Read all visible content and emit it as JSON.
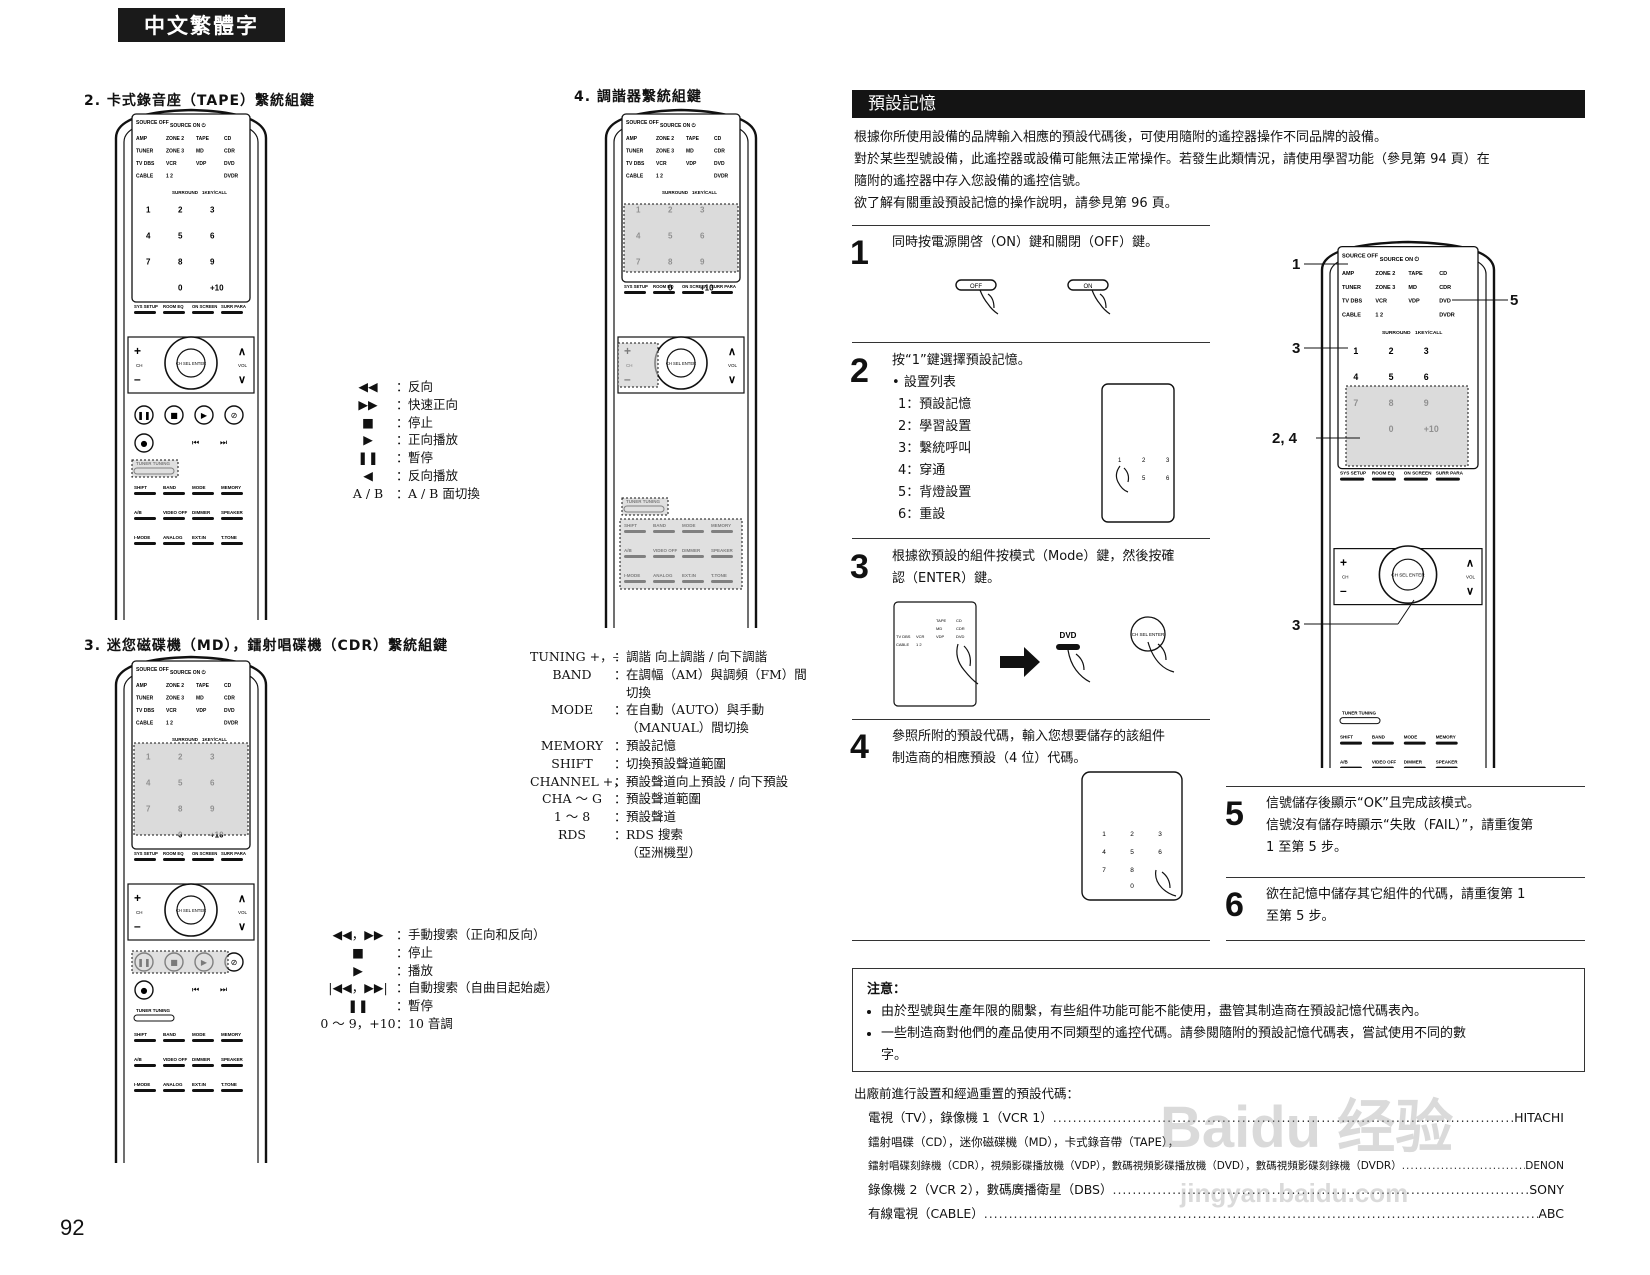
{
  "header": {
    "lang_tab": "中文繁體字"
  },
  "left": {
    "sec2_title": "2. 卡式錄音座（TAPE）繫統組鍵",
    "sec3_title": "3. 迷您磁碟機（MD），鐳射唱碟機（CDR）繫統組鍵",
    "sec4_title": "4. 調諧器繫統組鍵",
    "remote": {
      "source_off": "SOURCE OFF",
      "source_on": "SOURCE ON ⏻",
      "rows": [
        [
          "AMP",
          "ZONE 2",
          "TAPE",
          "CD"
        ],
        [
          "TUNER",
          "ZONE 3",
          "MD",
          "CDR"
        ],
        [
          "TV DBS",
          "VCR",
          "VDP",
          "DVD"
        ],
        [
          "CABLE",
          "1 2",
          "",
          "DVDR"
        ]
      ],
      "surround": "SURROUND",
      "tv_call": "1KEY/CALL",
      "keypad": [
        "1",
        "2",
        "3",
        "4",
        "5",
        "6",
        "7",
        "8",
        "9",
        "",
        "0",
        "+10"
      ],
      "func_row": [
        "SYS SETUP",
        "ROOM EQ",
        "ON SCREEN",
        "SURR PARA"
      ],
      "ch": "CH",
      "vol": "VOL",
      "center": "CH SEL ENTER",
      "tuner_tuning": "TUNER TUNING",
      "bottom_rows": [
        [
          "SHIFT",
          "BAND",
          "MODE",
          "MEMORY"
        ],
        [
          "A/B",
          "VIDEO OFF",
          "DIMMER",
          "SPEAKER"
        ],
        [
          "I-MODE",
          "ANALOG",
          "EXT.IN",
          "T.TONE"
        ]
      ]
    },
    "tape_legend": [
      {
        "key": "◀◀",
        "desc": "反向"
      },
      {
        "key": "▶▶",
        "desc": "快速正向"
      },
      {
        "key": "■",
        "desc": "停止"
      },
      {
        "key": "▶",
        "desc": "正向播放"
      },
      {
        "key": "❚❚",
        "desc": "暫停"
      },
      {
        "key": "◀",
        "desc": "反向播放"
      },
      {
        "key": "A / B",
        "desc": "A / B 面切換"
      }
    ],
    "md_legend": [
      {
        "key": "◀◀，▶▶",
        "desc": "手動搜索（正向和反向）"
      },
      {
        "key": "■",
        "desc": "停止"
      },
      {
        "key": "▶",
        "desc": "播放"
      },
      {
        "key": "|◀◀，▶▶|",
        "desc": "自動搜索（自曲目起始處）"
      },
      {
        "key": "❚❚",
        "desc": "暫停"
      },
      {
        "key": "0 ～ 9，+10",
        "desc": "10 音調"
      }
    ],
    "tuner_legend": [
      {
        "key": "TUNING +，–",
        "desc": "調諧 向上調諧 / 向下調諧"
      },
      {
        "key": "BAND",
        "desc": "在調幅（AM）與調頻（FM）間"
      },
      {
        "key": "",
        "desc": "切換"
      },
      {
        "key": "MODE",
        "desc": "在自動（AUTO）與手動"
      },
      {
        "key": "",
        "desc": "（MANUAL）間切換"
      },
      {
        "key": "MEMORY",
        "desc": "預設記憶"
      },
      {
        "key": "SHIFT",
        "desc": "切換預設聲道範圍"
      },
      {
        "key": "CHANNEL +，–",
        "desc": "預設聲道向上預設 / 向下預設"
      },
      {
        "key": "CHA ～ G",
        "desc": "預設聲道範圍"
      },
      {
        "key": "1 ～ 8",
        "desc": "預設聲道"
      },
      {
        "key": "RDS",
        "desc": "RDS 搜索"
      },
      {
        "key": "",
        "desc": "（亞洲機型）"
      }
    ]
  },
  "right": {
    "title": "預設記憶",
    "intro": [
      "根據你所使用設備的品牌輸入相應的預設代碼後，可使用隨附的遙控器操作不同品牌的設備。",
      "對於某些型號設備，此遙控器或設備可能無法正常操作。若發生此類情況，請使用學習功能（參見第  94  頁）在",
      "隨附的遙控器中存入您設備的遙控信號。",
      "欲了解有關重設預設記憶的操作說明，請參見第 96 頁。"
    ],
    "steps": [
      {
        "num": "1",
        "text": "同時按電源開啓（ON）鍵和關閉（OFF）鍵。"
      },
      {
        "num": "2",
        "text": "按“1”鍵選擇預設記憶。"
      },
      {
        "num": "3",
        "text": "根據欲預設的組件按模式（Mode）鍵，然後按確",
        "text2": "認（ENTER）鍵。"
      },
      {
        "num": "4",
        "text": "參照所附的預設代碼，輸入您想要儲存的該組件",
        "text2": "制造商的相應預設（4 位）代碼。"
      },
      {
        "num": "5",
        "text": "信號儲存後顯示“OK”且完成該模式。",
        "text2": "信號沒有儲存時顯示“失敗（FAIL）”，請重復第",
        "text3": "1 至第 5 步。"
      },
      {
        "num": "6",
        "text": "欲在記憶中儲存其它組件的代碼，請重復第  1",
        "text2": "至第 5 步。"
      }
    ],
    "setup_bullet": "設置列表",
    "setup_list": [
      "1：預設記憶",
      "2：學習設置",
      "3：繫統呼叫",
      "4：穿通",
      "5：背燈設置",
      "6：重設"
    ],
    "btn_off": "OFF",
    "btn_on": "ON",
    "dvd_label": "DVD",
    "ch_sel": "CH SEL ENTER",
    "callouts": {
      "c1": "1",
      "c5": "5",
      "c3a": "3",
      "c24": "2, 4",
      "c3b": "3"
    },
    "note_title": "注意：",
    "notes": [
      "由於型號與生產年限的關繫，有些組件功能可能不能使用，盡管其制造商在預設記憶代碼表內。",
      "一些制造商對他們的產品使用不同類型的遙控代碼。請參閱隨附的預設記憶代碼表，嘗試使用不同的數",
      "字。"
    ],
    "defaults_title": "出廠前進行設置和經過重置的預設代碼：",
    "defaults": [
      {
        "label": "電視（TV），錄像機 1（VCR 1）",
        "brand": "HITACHI"
      },
      {
        "label": "鐳射唱碟（CD），迷你磁碟機（MD），卡式錄音帶（TAPE），",
        "brand": ""
      },
      {
        "label": "鐳射唱碟刻錄機（CDR），視頻影碟播放機（VDP），數碼視頻影碟播放機（DVD），數碼視頻影碟刻錄機（DVDR）",
        "brand": "DENON"
      },
      {
        "label": "錄像機 2（VCR 2），數碼廣播衛星（DBS）",
        "brand": "SONY"
      },
      {
        "label": "有線電視（CABLE）",
        "brand": "ABC"
      }
    ],
    "page_number": "92",
    "watermark_main": "Baidu 经验",
    "watermark_sub": "jingyan.baidu.com"
  }
}
